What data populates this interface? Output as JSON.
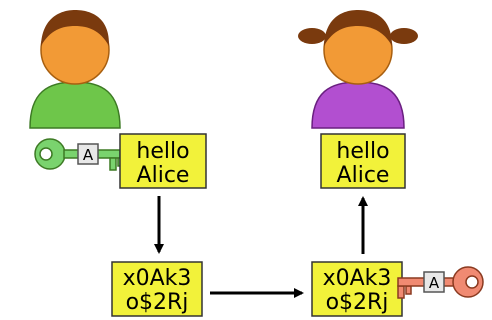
{
  "colors": {
    "background": "#ffffff",
    "skin": "#f29a36",
    "skin_stroke": "#a85f10",
    "hair": "#7a3a0e",
    "sender_shirt": "#6ec64a",
    "receiver_shirt": "#b24fd0",
    "message_box": "#f2f23a",
    "public_key": "#7ad36e",
    "private_key": "#f08a72",
    "key_tag": "#e8e8e8"
  },
  "sender": {
    "plaintext_line1": "hello",
    "plaintext_line2": "Alice",
    "ciphertext_line1": "x0Ak3",
    "ciphertext_line2": "o$2Rj",
    "key_tag_letter": "A",
    "key_icon": "public-key-icon"
  },
  "receiver": {
    "ciphertext_line1": "x0Ak3",
    "ciphertext_line2": "o$2Rj",
    "plaintext_line1": "hello",
    "plaintext_line2": "Alice",
    "key_tag_letter": "A",
    "key_icon": "private-key-icon"
  },
  "icons": {
    "sender": "person-icon",
    "receiver": "person-icon",
    "arrows": "arrow-icon"
  }
}
